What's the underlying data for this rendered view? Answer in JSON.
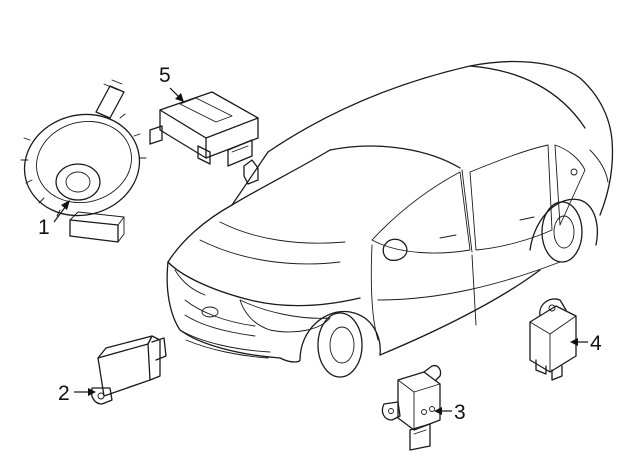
{
  "callouts": {
    "c1": "1",
    "c2": "2",
    "c3": "3",
    "c4": "4",
    "c5": "5"
  },
  "colors": {
    "line": "#1a1a1a",
    "background": "#ffffff"
  },
  "parts": [
    {
      "callout": "1",
      "icon": "clock-spring-icon"
    },
    {
      "callout": "2",
      "icon": "side-impact-sensor-icon"
    },
    {
      "callout": "3",
      "icon": "front-impact-sensor-icon"
    },
    {
      "callout": "4",
      "icon": "side-sensor-icon"
    },
    {
      "callout": "5",
      "icon": "airbag-control-module-icon"
    }
  ]
}
